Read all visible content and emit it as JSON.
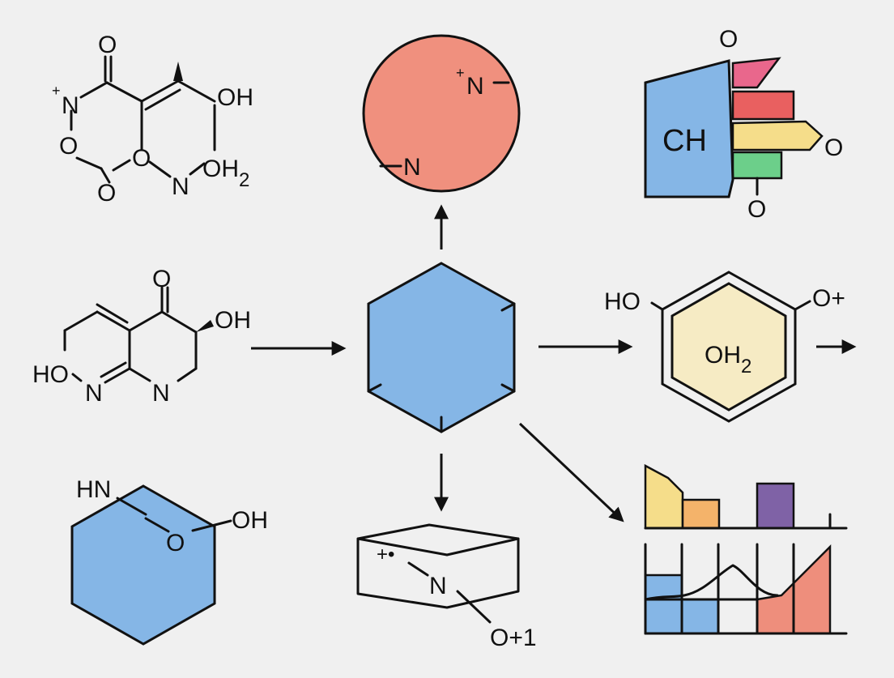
{
  "colors": {
    "background": "#f0f0f0",
    "ink": "#111111",
    "red_circle": "#f0907e",
    "blue": "#85b6e6",
    "pink": "#e9678c",
    "red": "#e96060",
    "yellow": "#f5dd8a",
    "green": "#6ccf8a",
    "cream": "#f6ebc4",
    "orange": "#f4b36a",
    "purple": "#7f62a6",
    "salmon": "#ee8e7c"
  },
  "molecule_top_left": {
    "labels": {
      "o_top": "O",
      "n_plus": "+",
      "n": "N",
      "o_ring": "O",
      "oh": "OH",
      "o_mid": "O",
      "o_bottom": "O",
      "n_bottom": "N",
      "oh2": "OH",
      "oh2_sub": "2"
    }
  },
  "red_circle_node": {
    "n_plus_label": "+",
    "n_top": "N",
    "n_bottom": "N"
  },
  "block_chart_top_right": {
    "o_top": "O",
    "ch_label": "CH",
    "o_right": "O",
    "o_bottom": "O"
  },
  "molecule_mid_left": {
    "o_top": "O",
    "oh": "OH",
    "ho": "HO",
    "n_left": "N",
    "n_right": "N"
  },
  "hexagon_ring_right": {
    "ho": "HO",
    "o_plus": "O+",
    "oh2": "OH",
    "oh2_sub": "2"
  },
  "hexagon_bottom_left": {
    "hn": "HN",
    "o": "O",
    "oh": "OH"
  },
  "box_bottom_center": {
    "plus_label": "+•",
    "n": "N",
    "o_plus": "O+1"
  },
  "charts_bottom_right": {
    "top_bars": [
      {
        "name": "yellow-bar",
        "color": "#f5dd8a"
      },
      {
        "name": "orange-bar",
        "color": "#f4b36a"
      },
      {
        "name": "purple-bar",
        "color": "#7f62a6"
      }
    ],
    "bottom_chart": {
      "series": [
        "blue",
        "salmon"
      ]
    }
  }
}
